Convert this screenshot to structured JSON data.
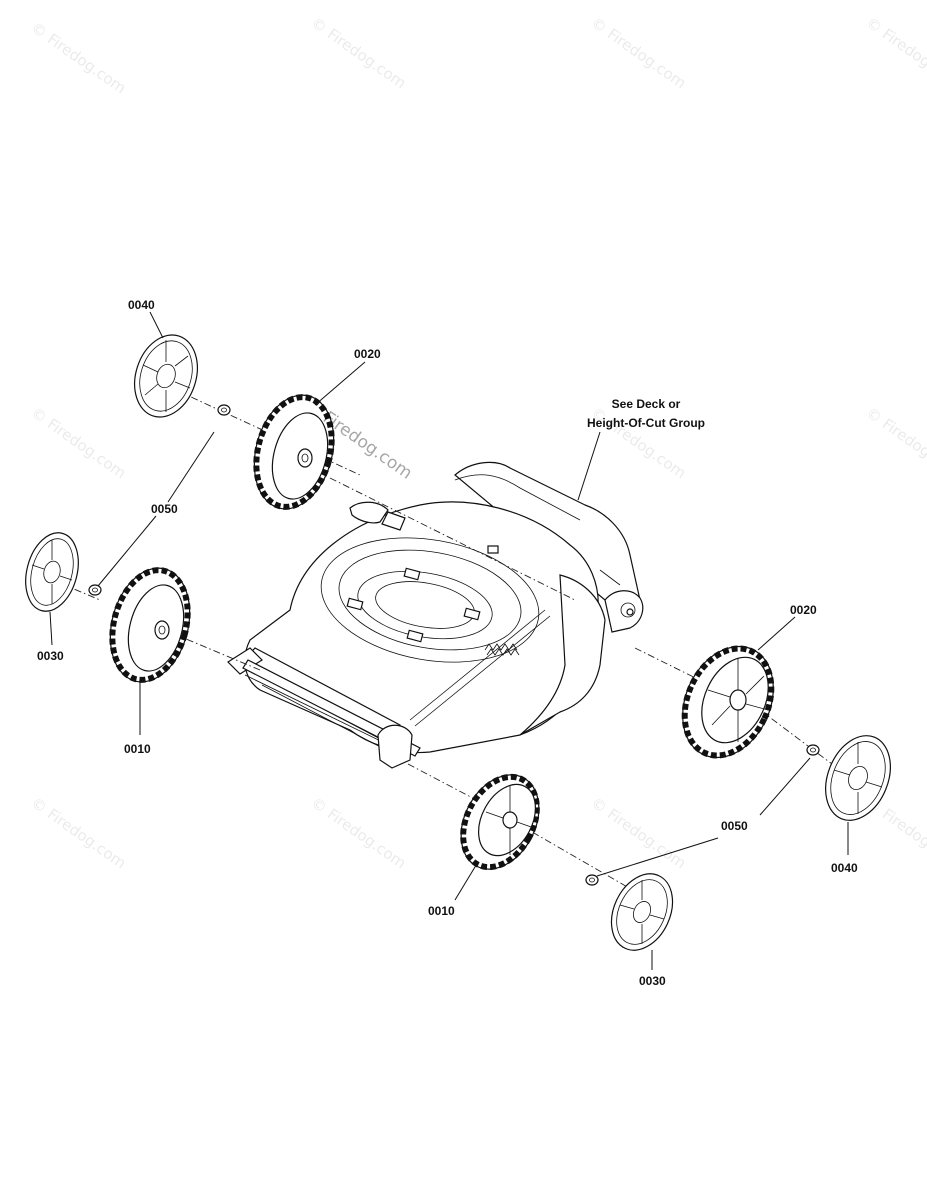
{
  "watermark": {
    "text": "© Firedog.com",
    "overlay_text": "Firedog.com"
  },
  "note": {
    "line1": "See Deck or",
    "line2": "Height-Of-Cut Group"
  },
  "parts": [
    {
      "id": "wheel-front-left",
      "label": "0010"
    },
    {
      "id": "wheel-front-right",
      "label": "0010"
    },
    {
      "id": "wheel-rear-left",
      "label": "0020"
    },
    {
      "id": "wheel-rear-right",
      "label": "0020"
    },
    {
      "id": "cover-front-left",
      "label": "0030"
    },
    {
      "id": "cover-front-right",
      "label": "0030"
    },
    {
      "id": "cover-rear-left",
      "label": "0040"
    },
    {
      "id": "cover-rear-right",
      "label": "0040"
    },
    {
      "id": "nut-left",
      "label": "0050"
    },
    {
      "id": "nut-right",
      "label": "0050"
    }
  ],
  "icons": {
    "deck": "mower-deck-drawing",
    "wheel": "wheel-drawing",
    "hubcap": "hubcap-drawing",
    "nut": "nut-drawing"
  }
}
